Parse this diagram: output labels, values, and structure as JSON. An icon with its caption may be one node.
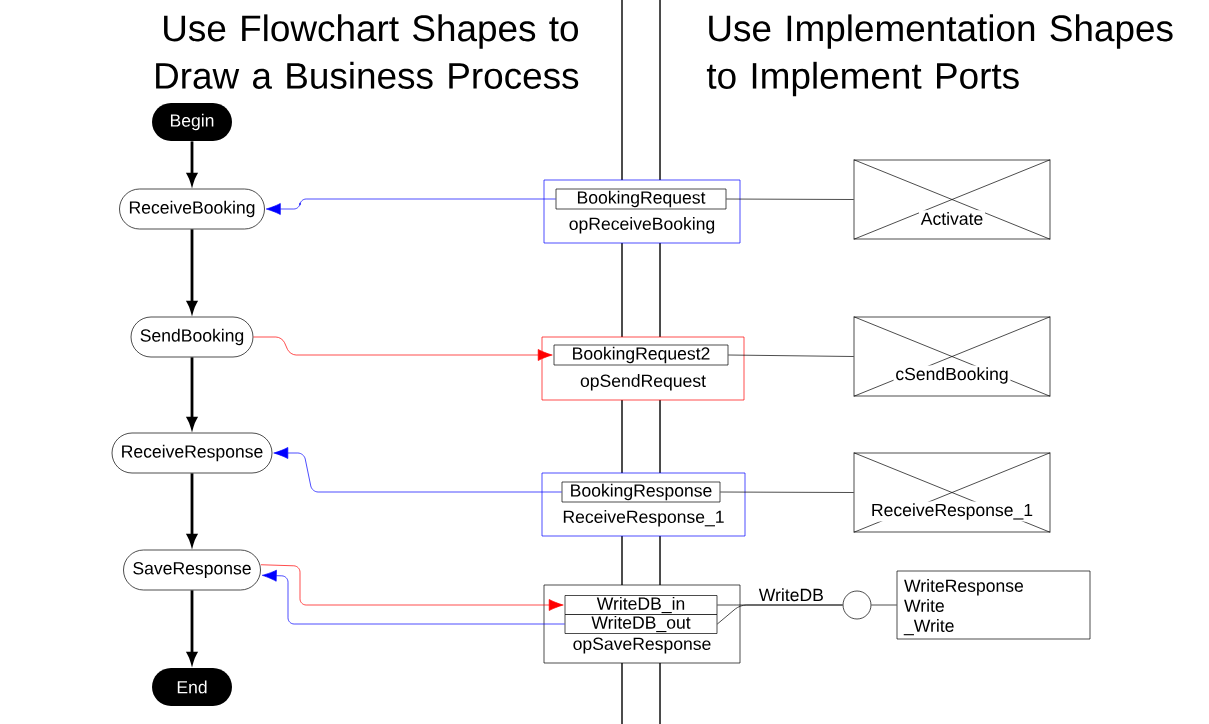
{
  "diagram": {
    "nodes": [
      {
        "text": [
          "Begin"
        ]
      },
      {
        "text": [
          "ReceiveBooking"
        ]
      },
      {
        "text": [
          "SendBooking"
        ]
      },
      {
        "text": [
          "ReceiveResponse"
        ]
      },
      {
        "text": [
          "SaveResponse"
        ]
      },
      {
        "text": [
          "End"
        ]
      },
      {
        "text": [
          "opReceiveBooking"
        ]
      },
      {
        "text": [
          "BookingRequest"
        ],
        "in": 6
      },
      {
        "text": [
          "opSendRequest"
        ]
      },
      {
        "text": [
          "BookingRequest2"
        ],
        "in": 8
      },
      {
        "text": [
          "ReceiveResponse_1"
        ]
      },
      {
        "text": [
          "BookingResponse"
        ],
        "in": 10
      },
      {
        "text": [
          "opSaveResponse"
        ]
      },
      {
        "text": [
          "WriteDB_in"
        ],
        "in": 12
      },
      {
        "text": [
          "WriteDB_out"
        ],
        "in": 12
      },
      {
        "text": [
          "Activate"
        ]
      },
      {
        "text": [
          "cSendBooking"
        ]
      },
      {
        "text": [
          "ReceiveResponse_1"
        ]
      },
      {
        "text": [],
        "shape": "circle"
      },
      {
        "text": [
          "WriteResponse",
          "Write",
          "_Write"
        ]
      }
    ],
    "edges": [
      {
        "from": 0,
        "to": 1,
        "arrow": "to",
        "style": "thick"
      },
      {
        "from": 1,
        "to": 2,
        "arrow": "to",
        "style": "thick"
      },
      {
        "from": 2,
        "to": 3,
        "arrow": "to",
        "style": "thick"
      },
      {
        "from": 3,
        "to": 4,
        "arrow": "to",
        "style": "thick"
      },
      {
        "from": 4,
        "to": 5,
        "arrow": "to",
        "style": "thick"
      },
      {
        "from": 7,
        "to": 1,
        "arrow": "to",
        "color": "#0000ff"
      },
      {
        "from": 2,
        "to": 9,
        "arrow": "to",
        "color": "#ff0000"
      },
      {
        "from": 11,
        "to": 3,
        "arrow": "to",
        "color": "#0000ff"
      },
      {
        "from": 4,
        "to": 13,
        "arrow": "to",
        "color": "#ff0000"
      },
      {
        "from": 14,
        "to": 4,
        "arrow": "to",
        "color": "#0000ff"
      },
      {
        "from": 7,
        "to": 15,
        "arrow": "none"
      },
      {
        "from": 9,
        "to": 16,
        "arrow": "none"
      },
      {
        "from": 11,
        "to": 17,
        "arrow": "none"
      },
      {
        "from": 13,
        "to": 18,
        "arrow": "none",
        "label": "WriteDB"
      },
      {
        "from": 14,
        "to": 18,
        "arrow": "none"
      },
      {
        "from": 18,
        "to": 19,
        "arrow": "none"
      }
    ],
    "labels": [
      "Use Flowchart Shapes to Draw a Business Process",
      "Use Implementation Shapes to Implement Ports"
    ]
  }
}
